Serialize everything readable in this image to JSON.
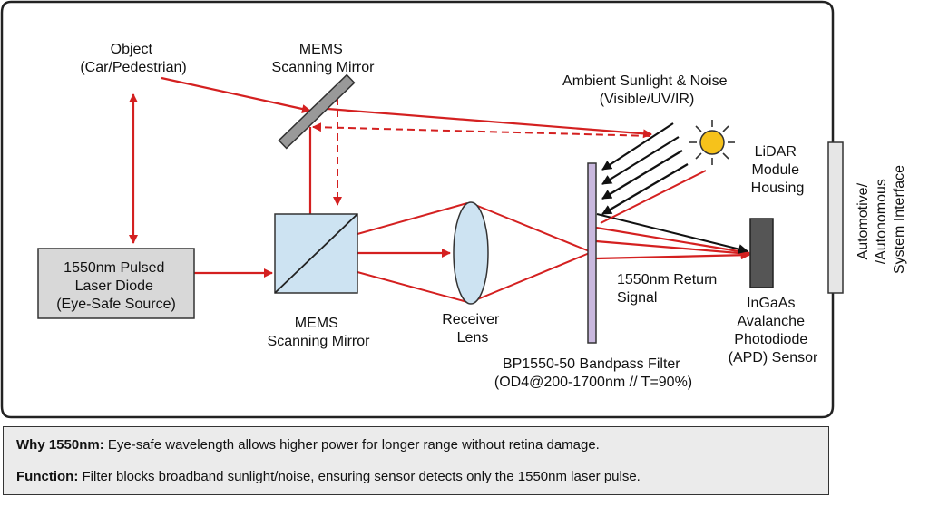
{
  "labels": {
    "object": [
      "Object",
      "(Car/Pedestrian)"
    ],
    "mems_top": [
      "MEMS",
      "Scanning Mirror"
    ],
    "ambient": [
      "Ambient Sunlight & Noise",
      "(Visible/UV/IR)"
    ],
    "housing": [
      "LiDAR",
      "Module",
      "Housing"
    ],
    "interface": [
      "Automotive/",
      "/Autonomous",
      "System Interface"
    ],
    "laser": [
      "1550nm Pulsed",
      "Laser Diode",
      "(Eye-Safe Source)"
    ],
    "mems_bottom": [
      "MEMS",
      "Scanning Mirror"
    ],
    "receiver_lens": [
      "Receiver",
      "Lens"
    ],
    "return_signal": [
      "1550nm Return",
      "Signal"
    ],
    "sensor": [
      "InGaAs",
      "Avalanche",
      "Photodiode",
      "(APD) Sensor"
    ],
    "filter": [
      "BP1550-50 Bandpass Filter",
      "(OD4@200-1700nm // T=90%)"
    ]
  },
  "caption": {
    "line1_key": "Why 1550nm:",
    "line1_text": " Eye-safe wavelength allows higher power for longer range without retina damage.",
    "line2_key": "Function:",
    "line2_text": " Filter blocks broadband sunlight/noise, ensuring sensor detects only the 1550nm laser pulse."
  },
  "colors": {
    "beam": "#d42020",
    "ambient_rays": "#111111",
    "laser_box": "#d8d8d8",
    "beamsplitter": "#cde3f2",
    "lens": "#cde3f2",
    "filter": "#c9b8de",
    "sensor": "#555555",
    "sun": "#f6c21b"
  },
  "icons": [
    "sun-icon",
    "mems-mirror-icon",
    "beam-splitter-icon",
    "lens-icon",
    "filter-icon",
    "apd-sensor-icon"
  ]
}
